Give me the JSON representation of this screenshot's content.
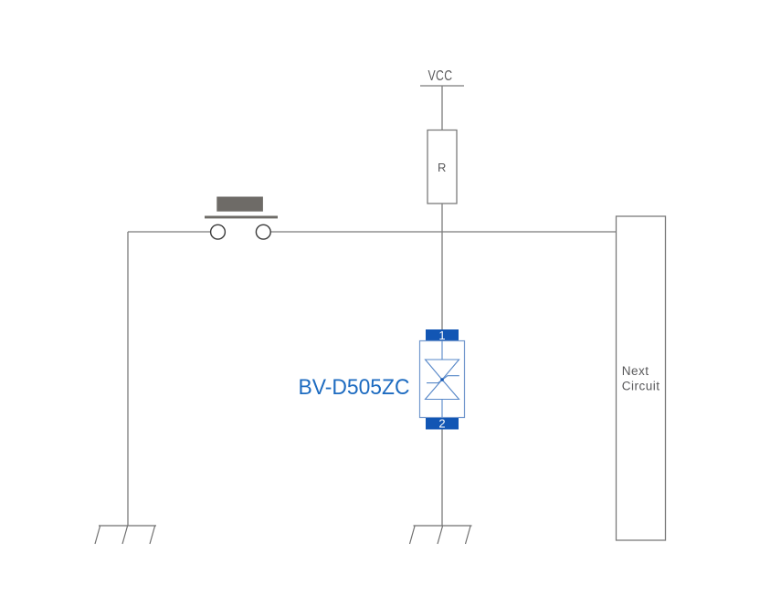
{
  "diagram": {
    "power_rail": {
      "label": "VCC"
    },
    "resistor": {
      "label": "R"
    },
    "protection_device": {
      "label": "BV-D505ZC",
      "pin1": "1",
      "pin2": "2"
    },
    "next_circuit": {
      "label_line1": "Next",
      "label_line2": "Circuit"
    }
  },
  "colors": {
    "background": "#ffffff",
    "wire": "#7b7b7b",
    "ground": "#6f6f6f",
    "text": "#58585a",
    "switch_fill": "#6e6b67",
    "contact_stroke": "#3a3a3a",
    "pin_fill": "#1256b4",
    "pin_text": "#ffffff",
    "device_outline": "#7298cd",
    "device_symbol": "#5687c8",
    "device_label": "#1d6bc0"
  }
}
